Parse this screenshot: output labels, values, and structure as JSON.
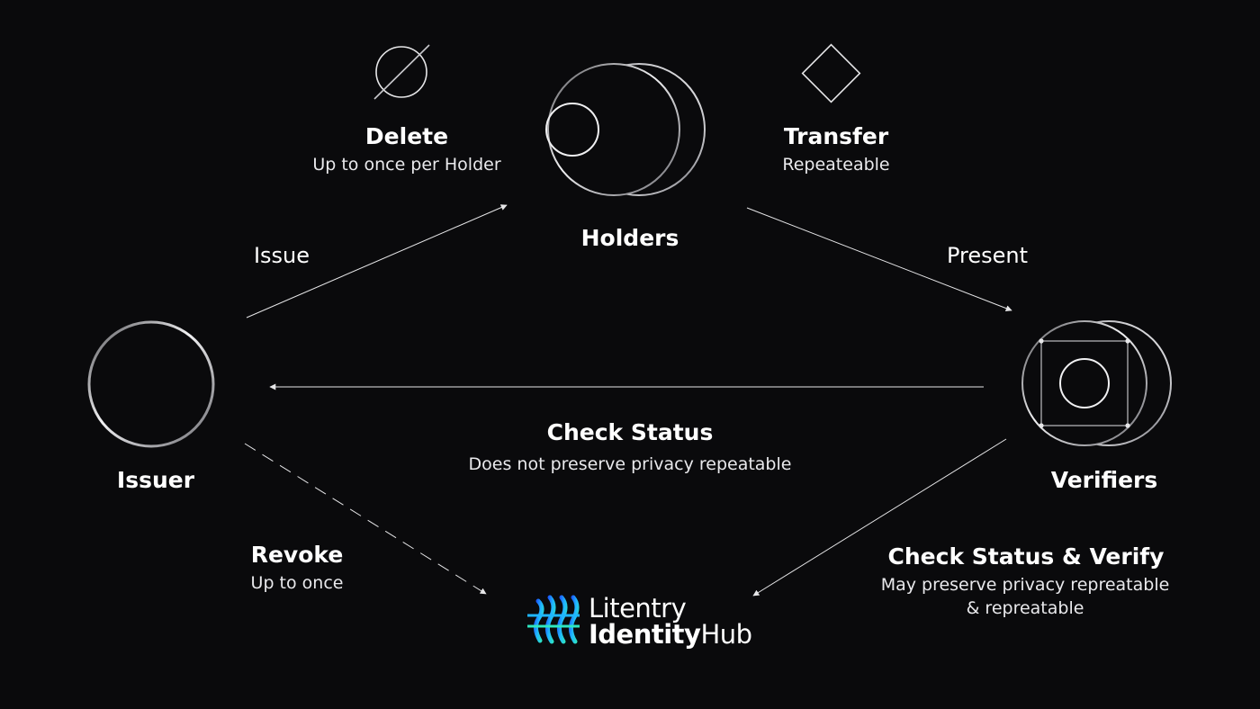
{
  "nodes": {
    "holders": {
      "label": "Holders"
    },
    "issuer": {
      "label": "Issuer"
    },
    "verifiers": {
      "label": "Verifiers"
    }
  },
  "actions": {
    "delete": {
      "title": "Delete",
      "subtitle": "Up to once per Holder",
      "icon": "circle-slash-icon"
    },
    "transfer": {
      "title": "Transfer",
      "subtitle": "Repeateable",
      "icon": "diamond-icon"
    },
    "issue": {
      "label": "Issue"
    },
    "present": {
      "label": "Present"
    },
    "check_status": {
      "title": "Check Status",
      "subtitle": "Does not preserve privacy repeatable"
    },
    "revoke": {
      "title": "Revoke",
      "subtitle": "Up to once"
    },
    "check_verify": {
      "title": "Check Status & Verify",
      "subtitle_line1": "May preserve privacy repreatable",
      "subtitle_line2": "& repreatable"
    }
  },
  "logo": {
    "line1": "Litentry",
    "line2_bold": "Identity",
    "line2_regular": "Hub",
    "colors": [
      "#1a4dff",
      "#1fb6ff",
      "#2ee6c0"
    ]
  },
  "colors": {
    "background": "#0a0a0c",
    "stroke": "#e6e6e8",
    "text": "#ffffff"
  }
}
